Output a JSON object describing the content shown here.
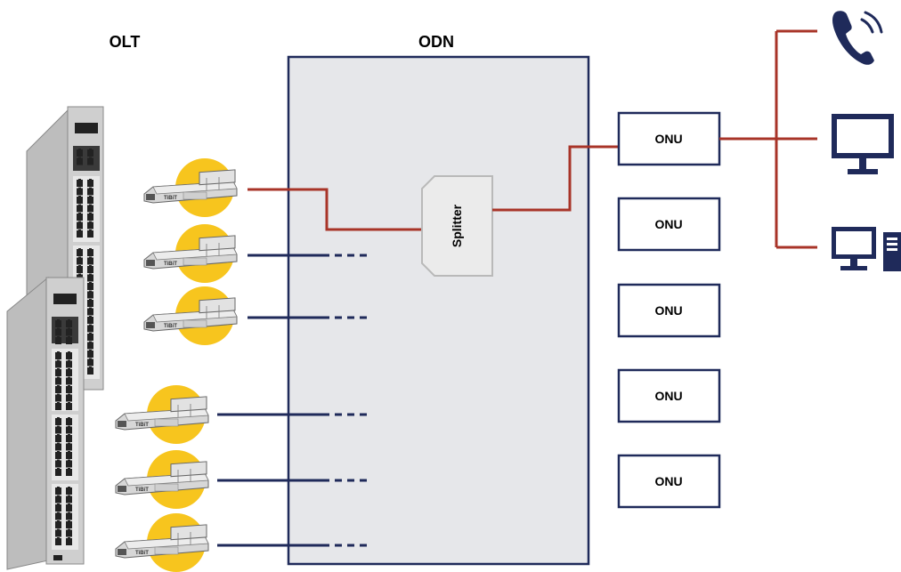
{
  "labels": {
    "olt": "OLT",
    "odn": "ODN",
    "splitter": "Splitter",
    "module_brand": "TiBiT"
  },
  "onus": [
    "ONU",
    "ONU",
    "ONU",
    "ONU",
    "ONU"
  ],
  "devices": [
    "phone-icon",
    "monitor-icon",
    "desktop-computer-icon"
  ],
  "colors": {
    "navy": "#1f2a5a",
    "red": "#a83428",
    "yellow": "#f7c51e",
    "odn_fill": "#e6e7ea",
    "splitter_border": "#b9b9b9",
    "chassis": "#c9c9c9"
  }
}
